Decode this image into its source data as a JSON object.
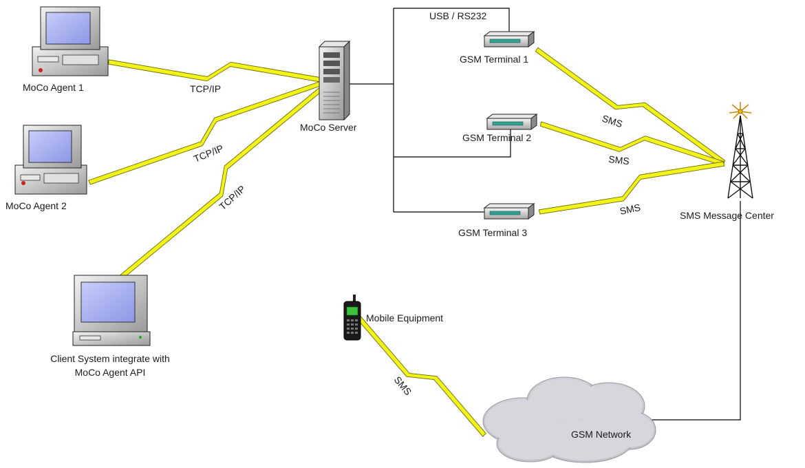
{
  "nodes": {
    "agent1": "MoCo Agent 1",
    "agent2": "MoCo Agent 2",
    "client_line1": "Client System integrate with",
    "client_line2": "MoCo Agent API",
    "server": "MoCo Server",
    "gsm1": "GSM Terminal 1",
    "gsm2": "GSM Terminal 2",
    "gsm3": "GSM Terminal 3",
    "smsc": "SMS Message Center",
    "mobile": "Mobile Equipment",
    "network": "GSM Network"
  },
  "links": {
    "usb": "USB / RS232",
    "tcp1": "TCP/IP",
    "tcp2": "TCP/IP",
    "tcp3": "TCP/IP",
    "sms1": "SMS",
    "sms2": "SMS",
    "sms3": "SMS",
    "sms4": "SMS"
  },
  "colors": {
    "bolt_fill": "#f2f21c",
    "bolt_stroke": "#6b6b00",
    "wire": "#000000",
    "screen": "#a8b0f0",
    "case": "#d4d4d4",
    "cloud": "#cfcfd4"
  },
  "icons": {
    "agent1": "desktop-computer-icon",
    "agent2": "desktop-computer-icon",
    "client": "desktop-computer-icon",
    "server": "tower-server-icon",
    "gsm": "modem-icon",
    "smsc": "radio-tower-icon",
    "mobile": "mobile-phone-icon",
    "network": "cloud-icon"
  }
}
